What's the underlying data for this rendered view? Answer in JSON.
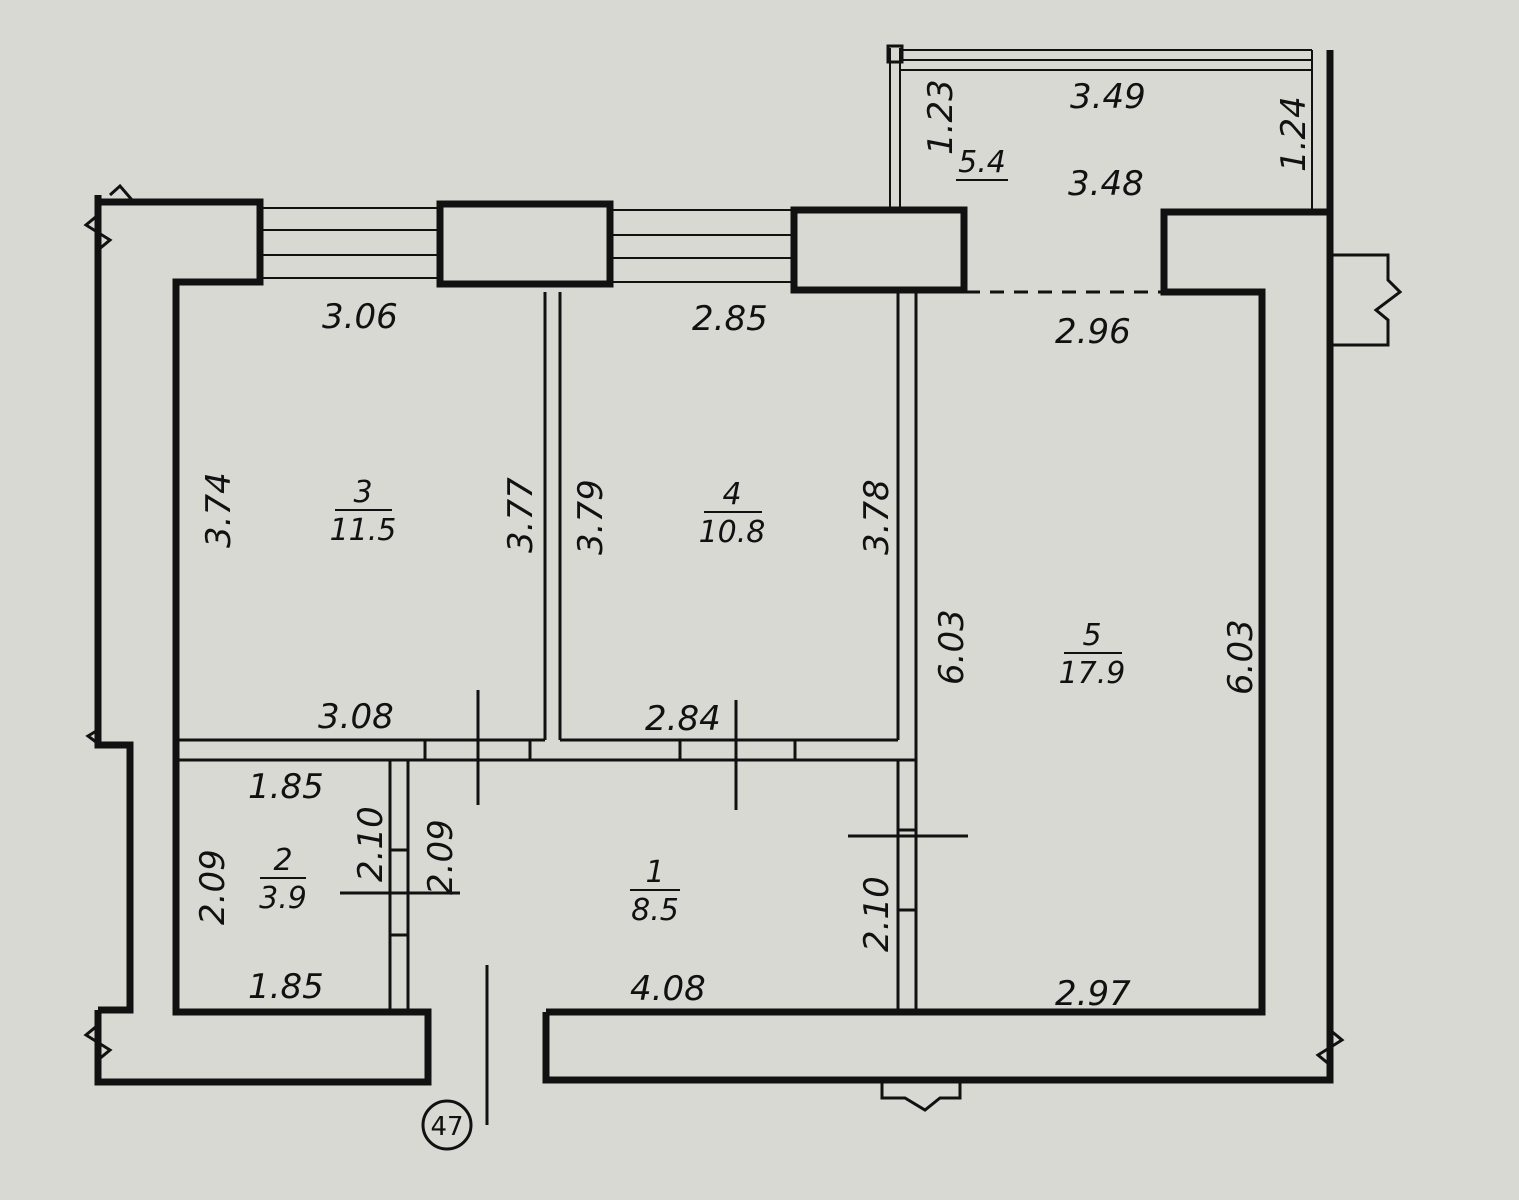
{
  "rooms": [
    {
      "id": "1",
      "number": "1",
      "area": "8.5"
    },
    {
      "id": "2",
      "number": "2",
      "area": "3.9"
    },
    {
      "id": "3",
      "number": "3",
      "area": "11.5"
    },
    {
      "id": "4",
      "number": "4",
      "area": "10.8"
    },
    {
      "id": "5",
      "number": "5",
      "area": "17.9"
    },
    {
      "id": "balcony",
      "area": "5.4"
    }
  ],
  "dimensions": {
    "room3_top": "3.06",
    "room3_left": "3.74",
    "room3_right": "3.77",
    "room3_bottom": "3.08",
    "room4_top": "2.85",
    "room4_left": "3.79",
    "room4_right": "3.78",
    "room4_bottom": "2.84",
    "room5_top": "2.96",
    "room5_left": "6.03",
    "room5_right": "6.03",
    "room5_bottom": "2.97",
    "room2_top": "1.85",
    "room2_bottom": "1.85",
    "room2_left": "2.09",
    "room2_right_a": "2.10",
    "room2_right_b": "2.09",
    "hall_bottom": "4.08",
    "hall_right": "2.10",
    "balcony_top": "3.49",
    "balcony_bottom": "3.48",
    "balcony_left": "1.23",
    "balcony_right": "1.24"
  },
  "axis_marker": "47"
}
